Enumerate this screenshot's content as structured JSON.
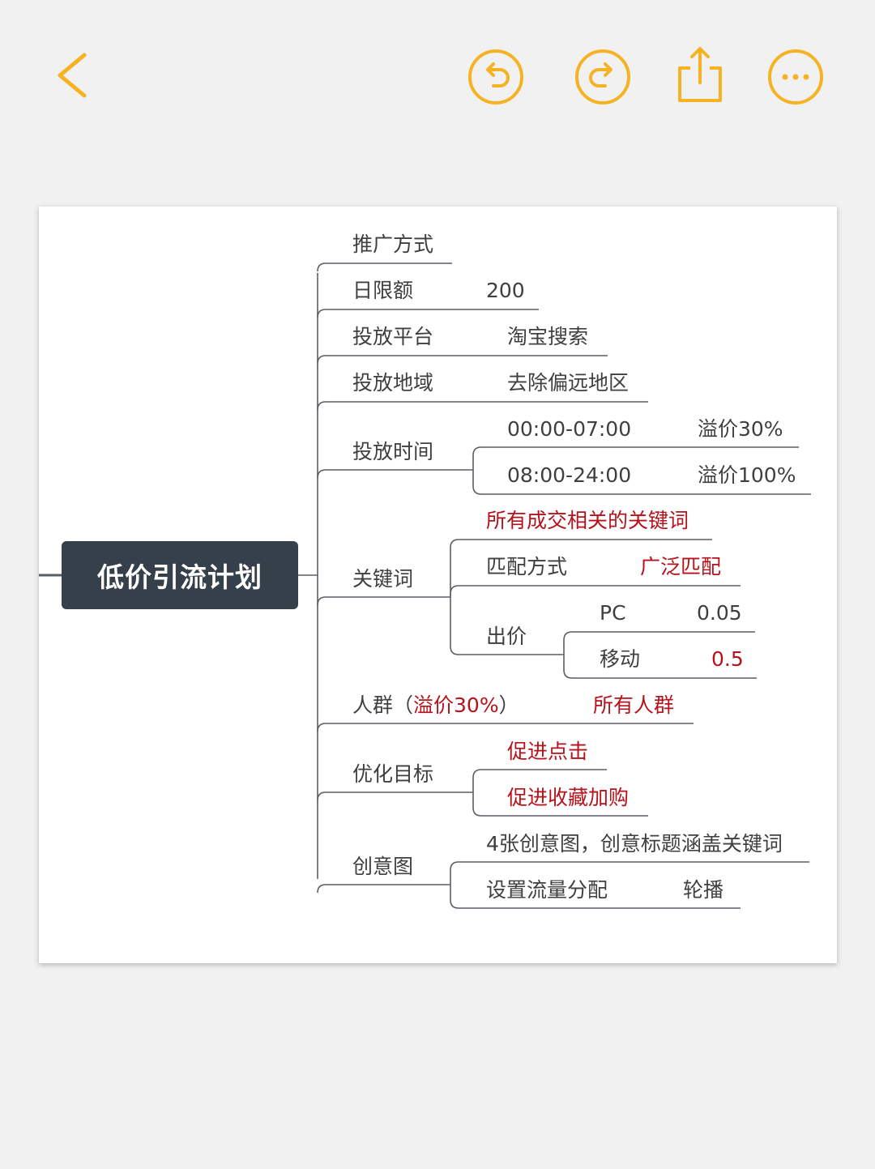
{
  "toolbar": {
    "accent_color": "#f5b324",
    "buttons": [
      "back-icon",
      "undo-icon",
      "redo-icon",
      "share-icon",
      "more-icon"
    ]
  },
  "mindmap": {
    "root": "低价引流计划",
    "promo_method": {
      "label": "推广方式"
    },
    "daily_limit": {
      "label": "日限额",
      "value": "200"
    },
    "platform": {
      "label": "投放平台",
      "value": "淘宝搜索"
    },
    "region": {
      "label": "投放地域",
      "value": "去除偏远地区"
    },
    "time": {
      "label": "投放时间",
      "slots": [
        {
          "range": "00:00-07:00",
          "premium": "溢价30%"
        },
        {
          "range": "08:00-24:00",
          "premium": "溢价100%"
        }
      ]
    },
    "keywords": {
      "label": "关键词",
      "all_related": "所有成交相关的关键词",
      "match_label": "匹配方式",
      "match_value": "广泛匹配",
      "bid_label": "出价",
      "bids": [
        {
          "device": "PC",
          "value": "0.05"
        },
        {
          "device": "移动",
          "value": "0.5"
        }
      ]
    },
    "crowd": {
      "label_prefix": "人群（",
      "label_premium": "溢价30%",
      "label_suffix": "）",
      "value": "所有人群"
    },
    "goal": {
      "label": "优化目标",
      "values": [
        "促进点击",
        "促进收藏加购"
      ]
    },
    "creative": {
      "label": "创意图",
      "note": "4张创意图，创意标题涵盖关键词",
      "traffic_label": "设置流量分配",
      "traffic_value": "轮播"
    }
  }
}
